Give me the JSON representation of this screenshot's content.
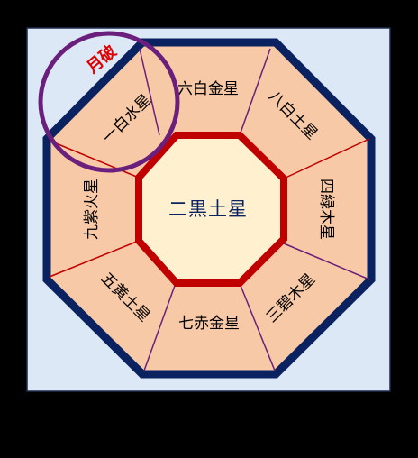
{
  "diagram": {
    "center": {
      "label": "二黒土星"
    },
    "sectors": [
      {
        "id": "top",
        "label": "六白金星"
      },
      {
        "id": "top-right",
        "label": "八白土星"
      },
      {
        "id": "right",
        "label": "四緑木星"
      },
      {
        "id": "bottom-right",
        "label": "三碧木星"
      },
      {
        "id": "bottom",
        "label": "七赤金星"
      },
      {
        "id": "bottom-left",
        "label": "五黄土星"
      },
      {
        "id": "left",
        "label": "九紫火星"
      },
      {
        "id": "top-left",
        "label": "一白水星"
      }
    ],
    "marker": {
      "label": "月破",
      "target": "top-left"
    }
  },
  "colors": {
    "background": "#000000",
    "panel": "#dce8f6",
    "outer_border": "#0b2260",
    "sector_fill": "#f8c9a6",
    "center_fill": "#fff1cf",
    "center_border": "#c00000",
    "divider_red": "#c00000",
    "divider_purple": "#6a1f7a",
    "marker_ring": "#6b1f7c",
    "marker_text": "#e00000",
    "label_text": "#000000",
    "center_text": "#0b2260"
  }
}
